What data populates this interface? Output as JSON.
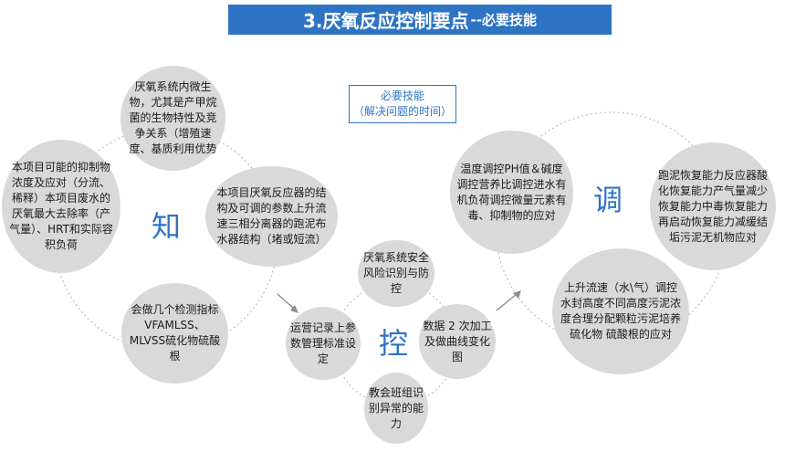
{
  "header": {
    "title": "3.厌氧反应控制要点",
    "subtitle": "--必要技能"
  },
  "tag": {
    "line1": "必要技能",
    "line2": "（解决问题的时间）"
  },
  "sections": {
    "zhi": "知",
    "kong": "控",
    "tiao": "调"
  },
  "circles": {
    "c1": "厌氧系统内微生物，尤其是产甲烷菌的生物特性及竞争关系（增殖速度、基质利用优势",
    "c2": "本项目可能的抑制物浓度及应对（分流、稀释）本项目废水的厌氧最大去除率（产气量）、HRT和实际容积负荷",
    "c3": "本项目厌氧反应器的结构及可调的参数上升流速三相分离器的跑泥布水器结构（堵或短流）",
    "c4": "会做几个检测指标VFAMLSS、MLVSS硫化物硫酸根",
    "c5": "厌氧系统安全风险识别与防控",
    "c6": "运营记录上参数管理标准设定",
    "c7": "数据 2 次加工及做曲线变化图",
    "c8": "教会班组识别异常的能力",
    "c9": "温度调控PH值＆碱度调控营养比调控进水有机负荷调控微量元素有毒、抑制物的应对",
    "c10": "跑泥恢复能力反应器酸化恢复能力产气量减少恢复能力中毒恢复能力再启动恢复能力减缓结垢污泥无机物应对",
    "c11": "上升流速（水\\气）调控水封高度不同高度污泥浓度合理分配颗粒污泥培养硫化物 硫酸根的应对"
  }
}
